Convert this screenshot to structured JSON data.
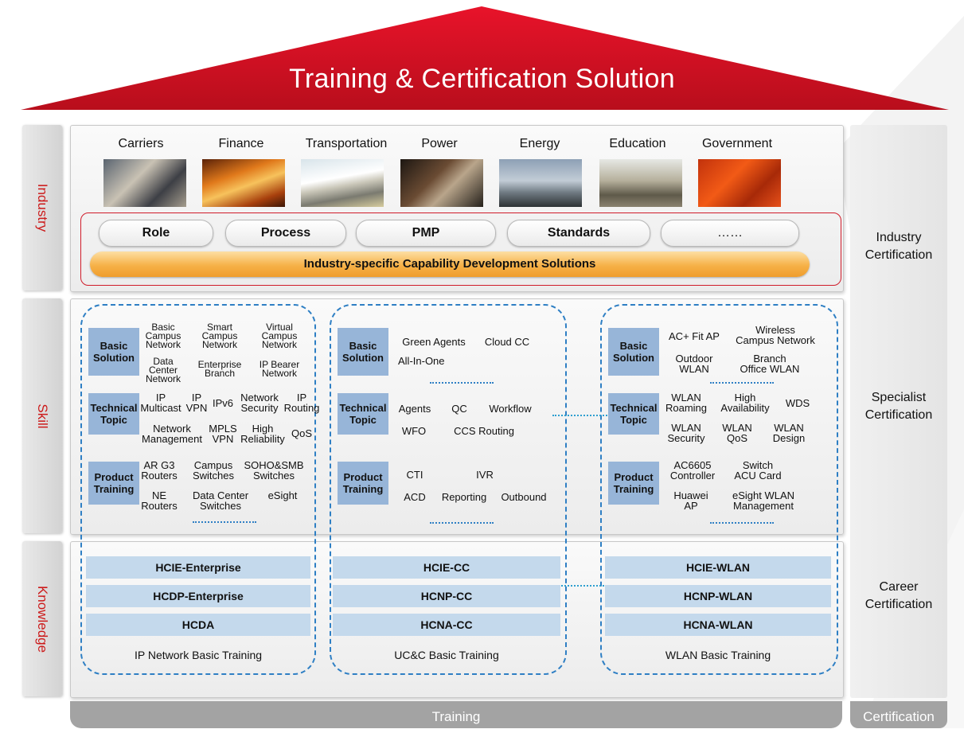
{
  "title": "Training & Certification Solution",
  "rows": {
    "industry": "Industry",
    "skill": "Skill",
    "knowledge": "Knowledge"
  },
  "right_labels": {
    "industry_line1": "Industry",
    "industry_line2": "Certification",
    "specialist_line1": "Specialist",
    "specialist_line2": "Certification",
    "career_line1": "Career",
    "career_line2": "Certification"
  },
  "bottom": {
    "training": "Training",
    "certification": "Certification"
  },
  "industries": [
    "Carriers",
    "Finance",
    "Transportation",
    "Power",
    "Energy",
    "Education",
    "Government"
  ],
  "pills": [
    "Role",
    "Process",
    "PMP",
    "Standards",
    "……"
  ],
  "capability": "Industry-specific Capability Development Solutions",
  "cat_basic_1": "Basic",
  "cat_basic_2": "Solution",
  "cat_tech_1": "Technical",
  "cat_tech_2": "Topic",
  "cat_prod_1": "Product",
  "cat_prod_2": "Training",
  "ip": {
    "basic": [
      [
        "Basic",
        "Campus",
        "Network"
      ],
      [
        "Smart",
        "Campus",
        "Network"
      ],
      [
        "Virtual",
        "Campus",
        "Network"
      ],
      [
        "Data",
        "Center",
        "Network"
      ],
      [
        "Enterprise",
        "Branch"
      ],
      [
        "IP Bearer",
        "Network"
      ]
    ],
    "tech": [
      [
        "IP",
        "Multicast"
      ],
      [
        "IP",
        "VPN"
      ],
      [
        "IPv6"
      ],
      [
        "Network",
        "Security"
      ],
      [
        "IP",
        "Routing"
      ],
      [
        "Network",
        "Management"
      ],
      [
        "MPLS",
        "VPN"
      ],
      [
        "High",
        "Reliability"
      ],
      [
        "QoS"
      ]
    ],
    "product": [
      [
        "AR G3",
        "Routers"
      ],
      [
        "Campus",
        "Switches"
      ],
      [
        "SOHO&SMB",
        "Switches"
      ],
      [
        "NE",
        "Routers"
      ],
      [
        "Data Center",
        "Switches"
      ],
      [
        "eSight"
      ]
    ],
    "certs": [
      "HCIE-Enterprise",
      "HCDP-Enterprise",
      "HCDA"
    ],
    "basic_training": "IP Network Basic Training"
  },
  "ucc": {
    "basic": [
      "Green Agents",
      "Cloud CC",
      "All-In-One"
    ],
    "tech": [
      "Agents",
      "QC",
      "Workflow",
      "WFO",
      "CCS Routing"
    ],
    "product": [
      "CTI",
      "IVR",
      "ACD",
      "Reporting",
      "Outbound"
    ],
    "certs": [
      "HCIE-CC",
      "HCNP-CC",
      "HCNA-CC"
    ],
    "basic_training": "UC&C Basic Training"
  },
  "wlan": {
    "basic": [
      [
        "AC+ Fit AP"
      ],
      [
        "Wireless",
        "Campus Network"
      ],
      [
        "Outdoor",
        "WLAN"
      ],
      [
        "Branch",
        "Office WLAN"
      ]
    ],
    "tech": [
      [
        "WLAN",
        "Roaming"
      ],
      [
        "High",
        "Availability"
      ],
      [
        "WDS"
      ],
      [
        "WLAN",
        "Security"
      ],
      [
        "WLAN",
        "QoS"
      ],
      [
        "WLAN",
        "Design"
      ]
    ],
    "product": [
      [
        "AC6605",
        "Controller"
      ],
      [
        "Switch",
        "ACU Card"
      ],
      [
        "Huawei",
        "AP"
      ],
      [
        "eSight WLAN",
        "Management"
      ]
    ],
    "certs": [
      "HCIE-WLAN",
      "HCNP-WLAN",
      "HCNA-WLAN"
    ],
    "basic_training": "WLAN Basic Training"
  },
  "colors": {
    "roof_red": "#d6101f",
    "accent_blue": "#2e7fc4",
    "category_blue": "#97b5d8",
    "cert_blue": "#c4d9ec",
    "row_label_red": "#cc1a1a",
    "capability_orange": "#f6b148"
  }
}
